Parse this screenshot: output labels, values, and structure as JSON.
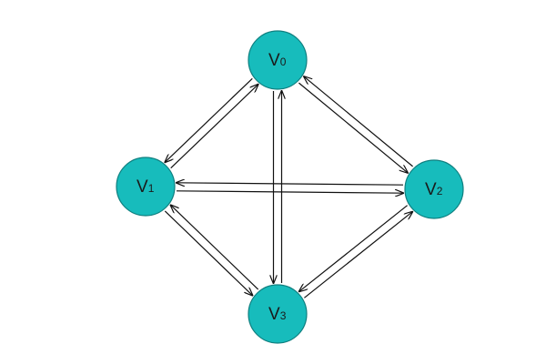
{
  "graph": {
    "nodes": [
      {
        "id": "v0",
        "name": "V",
        "sub": "0"
      },
      {
        "id": "v1",
        "name": "V",
        "sub": "1"
      },
      {
        "id": "v2",
        "name": "V",
        "sub": "2"
      },
      {
        "id": "v3",
        "name": "V",
        "sub": "3"
      }
    ],
    "edges": [
      {
        "from": "v0",
        "to": "v1"
      },
      {
        "from": "v1",
        "to": "v0"
      },
      {
        "from": "v0",
        "to": "v2"
      },
      {
        "from": "v2",
        "to": "v0"
      },
      {
        "from": "v0",
        "to": "v3"
      },
      {
        "from": "v3",
        "to": "v0"
      },
      {
        "from": "v1",
        "to": "v2"
      },
      {
        "from": "v2",
        "to": "v1"
      },
      {
        "from": "v1",
        "to": "v3"
      },
      {
        "from": "v3",
        "to": "v1"
      },
      {
        "from": "v2",
        "to": "v3"
      },
      {
        "from": "v3",
        "to": "v2"
      }
    ],
    "colors": {
      "node_fill": "#17bcbc",
      "node_stroke": "#0f7f7f",
      "edge": "#111111"
    }
  }
}
